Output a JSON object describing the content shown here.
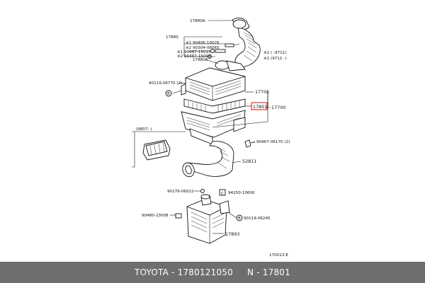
{
  "diagram": {
    "labels": {
      "p17880A_top": "17880A",
      "p17880": "17880",
      "p90406": "※1 90406-10026",
      "p90304": "※2 90304-06065",
      "p90467_a": "※1 90467-15015",
      "p90467_b": "※2 90467-15003",
      "note1": "※1 (    -9711)",
      "note2": "※2 (9711-    )",
      "p17880A_bot": "17880A",
      "p90119_a": "90119-06770 (2)",
      "callout_B1": "B",
      "p17705": "17705",
      "p17801": "17801",
      "p17700": "17700",
      "range_9807": "(9807-    )",
      "p90467_c": "90467-06170 (2)",
      "p52811": "52811",
      "p90176": "90176-06022",
      "callout_C": "C",
      "p94250": "94250-10600",
      "p90480": "90480-23008",
      "callout_B2": "B",
      "p90119_b": "90119-06245",
      "p17893": "17893",
      "fig_code": "170013-E"
    },
    "highlight_color": "#e01010"
  },
  "footer": {
    "brand": "TOYOTA",
    "separator1": " - ",
    "article": "1780121050",
    "spacer": "     ",
    "prefix": "N - ",
    "number": "17801"
  }
}
